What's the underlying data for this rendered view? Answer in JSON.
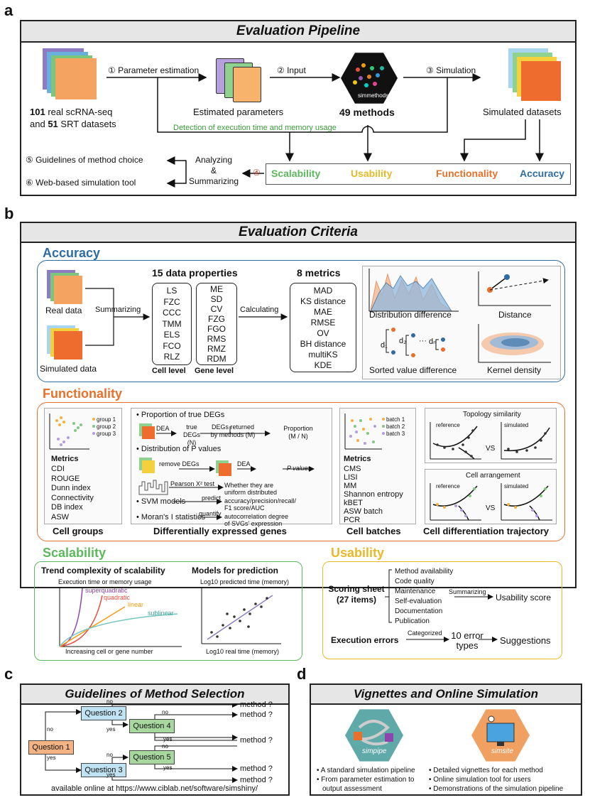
{
  "panels": {
    "a": "a",
    "b": "b",
    "c": "c",
    "d": "d"
  },
  "pipeline": {
    "title": "Evaluation Pipeline",
    "step1": "① Parameter estimation",
    "step2": "② Input",
    "step3": "③ Simulation",
    "step4": "④",
    "step5": "⑤ Guidelines of method choice",
    "step6": "⑥ Web-based simulation tool",
    "real_num1": "101",
    "real_text1": " real scRNA-seq",
    "real_text2": "and ",
    "real_num2": "51",
    "real_text3": " SRT datasets",
    "estimated": "Estimated parameters",
    "methods_count": "49 methods",
    "hex_label": "simmethods",
    "simulated": "Simulated datasets",
    "detection": "Detection of execution time and memory usage",
    "analyzing1": "Analyzing",
    "analyzing2": "&",
    "analyzing3": "Summarizing",
    "cat_scalability": "Scalability",
    "cat_usability": "Usability",
    "cat_functionality": "Functionality",
    "cat_accuracy": "Accuracy"
  },
  "criteria": {
    "title": "Evaluation Criteria",
    "accuracy": {
      "title": "Accuracy",
      "real_data": "Real data",
      "simulated_data": "Simulated data",
      "summarizing": "Summarizing",
      "calculating": "Calculating",
      "props_title": "15 data properties",
      "cell_props": [
        "LS",
        "FZC",
        "CCC",
        "TMM",
        "ELS",
        "FCO",
        "RLZ"
      ],
      "gene_props": [
        "ME",
        "SD",
        "CV",
        "FZG",
        "FGO",
        "RMS",
        "RMZ",
        "RDM"
      ],
      "cell_level": "Cell level",
      "gene_level": "Gene level",
      "metrics_title": "8 metrics",
      "metrics": [
        "MAD",
        "KS distance",
        "MAE",
        "RMSE",
        "OV",
        "BH distance",
        "multiKS",
        "KDE"
      ],
      "dist_diff": "Distribution difference",
      "distance": "Distance",
      "sorted_diff": "Sorted value difference",
      "kernel_density": "Kernel density",
      "d1": "d₁",
      "d2": "d₂",
      "dots": "···",
      "dn": "dₙ"
    },
    "functionality": {
      "title": "Functionality",
      "groups_legend": [
        "group 1",
        "group 2",
        "group 3"
      ],
      "metrics_label": "Metrics",
      "group_metrics": [
        "CDI",
        "ROUGE",
        "Dunn index",
        "Connectivity",
        "DB index",
        "ASW"
      ],
      "cell_groups": "Cell groups",
      "deg_b1": "• Proportion of true DEGs",
      "deg_dea": "DEA",
      "deg_true": "true DEGs",
      "deg_n": "(N)",
      "deg_returned": "DEGs returned",
      "deg_bymethods": "by methods (M)",
      "deg_prop": "Proportion",
      "deg_ratio": "(M / N)",
      "deg_b2": "• Distribution of P values",
      "deg_remove": "remove DEGs",
      "deg_dea2": "DEA",
      "deg_pvalues": "P values",
      "deg_pearson": "Pearson X² test",
      "deg_whether": "Whether they are",
      "deg_uniform": "uniform distributed",
      "deg_b3": "• SVM models",
      "deg_predict": "predict",
      "deg_svm_out1": "accuracy/precision/recall/",
      "deg_svm_out2": "F1 score/AUC",
      "deg_b4": "• Moran's I statistics",
      "deg_quantify": "quantify",
      "deg_moran_out1": "autocorrelation degree",
      "deg_moran_out2": "of SVGs' expression",
      "deg_title": "Differentially expressed genes",
      "batch_legend": [
        "batch 1",
        "batch 2",
        "batch 3"
      ],
      "batch_metrics": [
        "CMS",
        "LISI",
        "MM",
        "Shannon entropy",
        "kBET",
        "ASW batch",
        "PCR"
      ],
      "cell_batches": "Cell batches",
      "topology": "Topology similarity",
      "reference": "reference",
      "simulated": "simulated",
      "vs": "VS",
      "arrangement": "Cell arrangement",
      "trajectory": "Cell differentiation trajectory"
    },
    "scalability": {
      "title": "Scalability",
      "trend_title": "Trend complexity of scalability",
      "trend_y": "Execution time or memory usage",
      "superquadratic": "superquadratic",
      "quadratic": "quadratic",
      "linear": "linear",
      "sublinear": "sublinear",
      "trend_x": "Increasing cell or gene number",
      "models_title": "Models for prediction",
      "models_y": "Log10 predicted time (memory)",
      "models_x": "Log10 real time (memory)"
    },
    "usability": {
      "title": "Usability",
      "scoring1": "Scoring sheet",
      "scoring2": "(27 items)",
      "items": [
        "Method availability",
        "Code quality",
        "Maintenance",
        "Self-evaluation",
        "Documentation",
        "Publication"
      ],
      "summarizing": "Summarizing",
      "score": "Usability score",
      "exec_errors": "Execution errors",
      "categorized": "Categorized",
      "error_types1": "10 error",
      "error_types2": "types",
      "suggestions": "Suggestions"
    }
  },
  "guidelines": {
    "title": "Guidelines of Method Selection",
    "q1": "Question 1",
    "q2": "Question 2",
    "q3": "Question 3",
    "q4": "Question 4",
    "q5": "Question 5",
    "no": "no",
    "yes": "yes",
    "method": "method ?",
    "footer": "available online at https://www.ciblab.net/software/simshiny/"
  },
  "vignettes": {
    "title": "Vignettes and Online Simulation",
    "simpipe": "simpipe",
    "simsite": "simsite",
    "left_b1": "• A standard simulation pipeline",
    "left_b2": "• From parameter estimation to",
    "left_b3": "output assessment",
    "right_b1": "• Detailed vignettes for each method",
    "right_b2": "• Online simulation tool for users",
    "right_b3": "• Demonstrations of the simulation pipeline"
  },
  "colors": {
    "accuracy": "#2e6da4",
    "functionality": "#e8702a",
    "scalability": "#5cb85c",
    "usability": "#e8b92a",
    "red": "#c0392b"
  }
}
